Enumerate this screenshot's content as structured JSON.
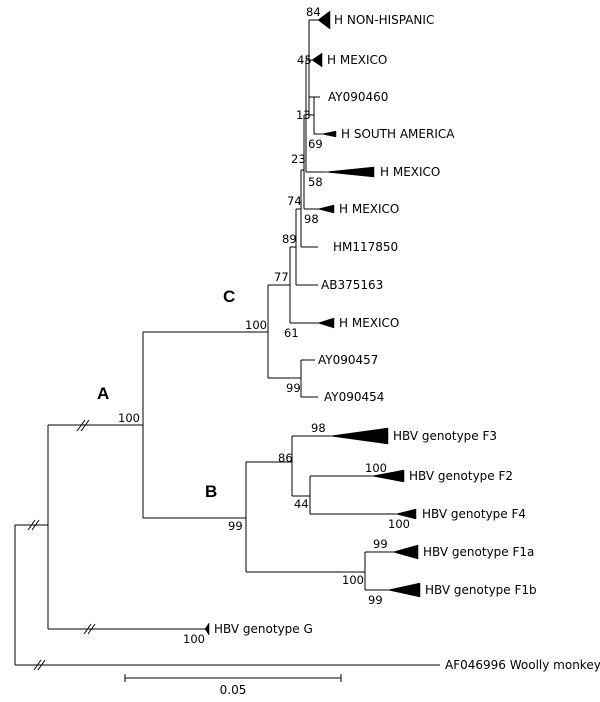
{
  "tree": {
    "taxa": {
      "h_non_hispanic": "H NON-HISPANIC",
      "h_mexico_1": "H MEXICO",
      "ay090460": "AY090460",
      "h_south_america": "H SOUTH AMERICA",
      "h_mexico_2": "H MEXICO",
      "h_mexico_3": "H MEXICO",
      "hm117850": "HM117850",
      "ab375163": "AB375163",
      "h_mexico_4": "H MEXICO",
      "ay090457": "AY090457",
      "ay090454": "AY090454",
      "f3": "HBV genotype F3",
      "f2": "HBV genotype F2",
      "f4": "HBV genotype F4",
      "f1a": "HBV genotype F1a",
      "f1b": "HBV genotype F1b",
      "g": "HBV genotype G",
      "outgroup": "AF046996 Woolly monkey"
    },
    "support": {
      "s84": "84",
      "s45": "45",
      "s13": "13",
      "s69": "69",
      "s23": "23",
      "s58": "58",
      "s74": "74",
      "s98a": "98",
      "s89": "89",
      "s77": "77",
      "s100c": "100",
      "s61": "61",
      "s99c": "99",
      "s100a": "100",
      "s98f3": "98",
      "s86": "86",
      "s100f2": "100",
      "s44": "44",
      "s100f4": "100",
      "s99b": "99",
      "s99f1a": "99",
      "s100f1": "100",
      "s99f1b": "99",
      "s100g": "100"
    },
    "clades": {
      "a": "A",
      "b": "B",
      "c": "C"
    },
    "scale_bar": "0.05"
  }
}
